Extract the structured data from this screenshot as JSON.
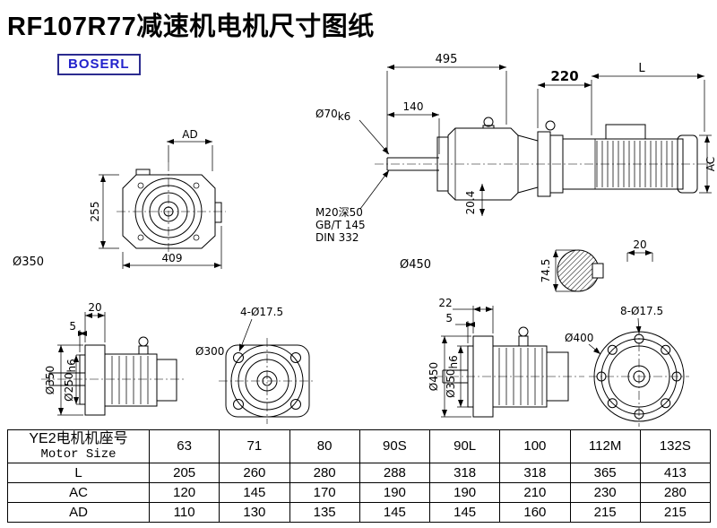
{
  "page": {
    "title": "RF107R77减速机电机尺寸图纸",
    "logo_text": "BOSERL"
  },
  "views": {
    "front": {
      "dim_ad": "AD",
      "dim_255": "255",
      "dim_409": "409",
      "label_d350": "Ø350"
    },
    "side": {
      "dim_495": "495",
      "dim_140": "140",
      "shaft_dia_main": "Ø70",
      "shaft_dia_sub": "k6",
      "dim_220": "220",
      "dim_L": "L",
      "dim_AC": "AC",
      "thread_note_1": "M20深50",
      "thread_note_2": "GB/T 145",
      "thread_note_3": "DIN 332",
      "dim_204": "20.4",
      "label_d450": "Ø450",
      "key_dim_20": "20",
      "key_dim_745": "74.5"
    },
    "flange_left": {
      "dim_20": "20",
      "dim_5": "5",
      "dia_outer": "Ø350",
      "dia_inner_main": "Ø250",
      "dia_inner_sub": "h6"
    },
    "flange_square": {
      "holes": "4-Ø17.5",
      "dia": "Ø300"
    },
    "flange_right": {
      "dim_22": "22",
      "dim_5": "5",
      "dia_outer": "Ø450",
      "dia_inner_main": "Ø350",
      "dia_inner_sub": "h6"
    },
    "flange_round": {
      "dia": "Ø400",
      "holes": "8-Ø17.5"
    }
  },
  "table": {
    "header_cn": "YE2电机机座号",
    "header_en": "Motor Size",
    "sizes": [
      "63",
      "71",
      "80",
      "90S",
      "90L",
      "100",
      "112M",
      "132S"
    ],
    "rows": [
      {
        "label": "L",
        "values": [
          "205",
          "260",
          "280",
          "288",
          "318",
          "318",
          "365",
          "413"
        ]
      },
      {
        "label": "AC",
        "values": [
          "120",
          "145",
          "170",
          "190",
          "190",
          "210",
          "230",
          "280"
        ]
      },
      {
        "label": "AD",
        "values": [
          "110",
          "130",
          "135",
          "145",
          "145",
          "160",
          "215",
          "215"
        ]
      }
    ]
  },
  "colors": {
    "line": "#000000",
    "logo_text": "#2222cc",
    "logo_border": "#2b2b8f",
    "background": "#ffffff"
  }
}
